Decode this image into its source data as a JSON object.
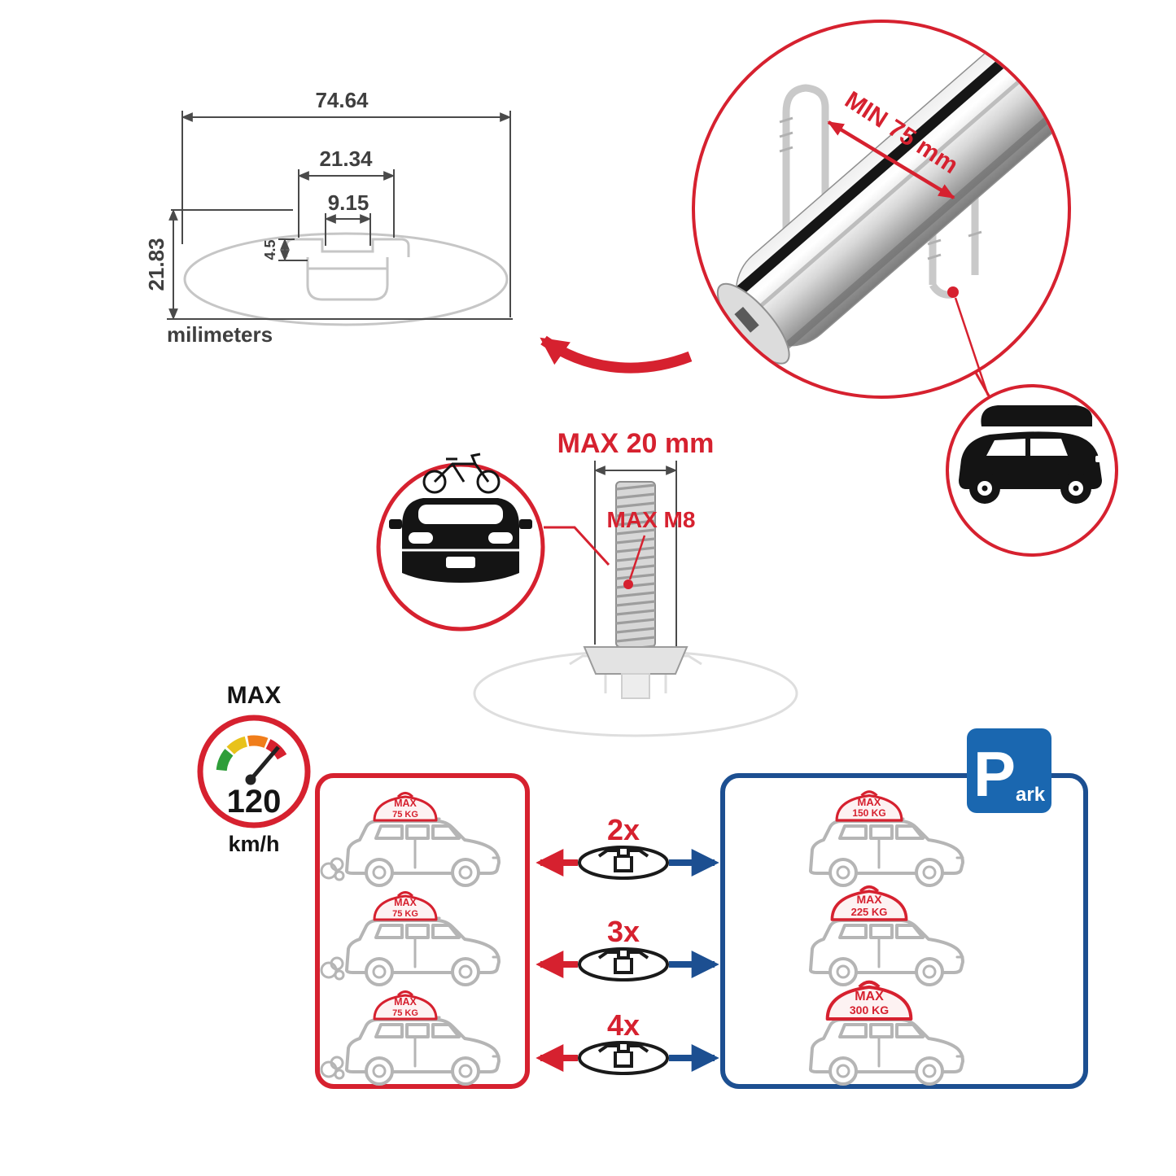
{
  "colors": {
    "accent_red": "#d6212f",
    "accent_blue": "#1c4f91",
    "sign_blue": "#1a67b0",
    "sketch_gray": "#b5b5b5"
  },
  "technical_drawing": {
    "dim_total_width": "74.64",
    "dim_mid_width": "21.34",
    "dim_inner_width": "9.15",
    "dim_step_height": "4.5",
    "dim_height": "21.83",
    "units_label": "milimeters"
  },
  "bar_callout": {
    "min_label": "MIN 75 mm"
  },
  "bolt_callout": {
    "max_width_label": "MAX 20 mm",
    "thread_label": "MAX M8"
  },
  "speedometer": {
    "title": "MAX",
    "value": "120",
    "units": "km/h"
  },
  "parking_sign": {
    "letter": "P",
    "rest": "ark"
  },
  "driving_panel": {
    "cars": [
      {
        "bag_max": "MAX",
        "bag_weight": "75 KG"
      },
      {
        "bag_max": "MAX",
        "bag_weight": "75 KG"
      },
      {
        "bag_max": "MAX",
        "bag_weight": "75 KG"
      }
    ]
  },
  "parked_panel": {
    "cars": [
      {
        "bag_max": "MAX",
        "bag_weight": "150 KG"
      },
      {
        "bag_max": "MAX",
        "bag_weight": "225 KG"
      },
      {
        "bag_max": "MAX",
        "bag_weight": "300 KG"
      }
    ]
  },
  "bar_count_rows": [
    {
      "label": "2x"
    },
    {
      "label": "3x"
    },
    {
      "label": "4x"
    }
  ]
}
